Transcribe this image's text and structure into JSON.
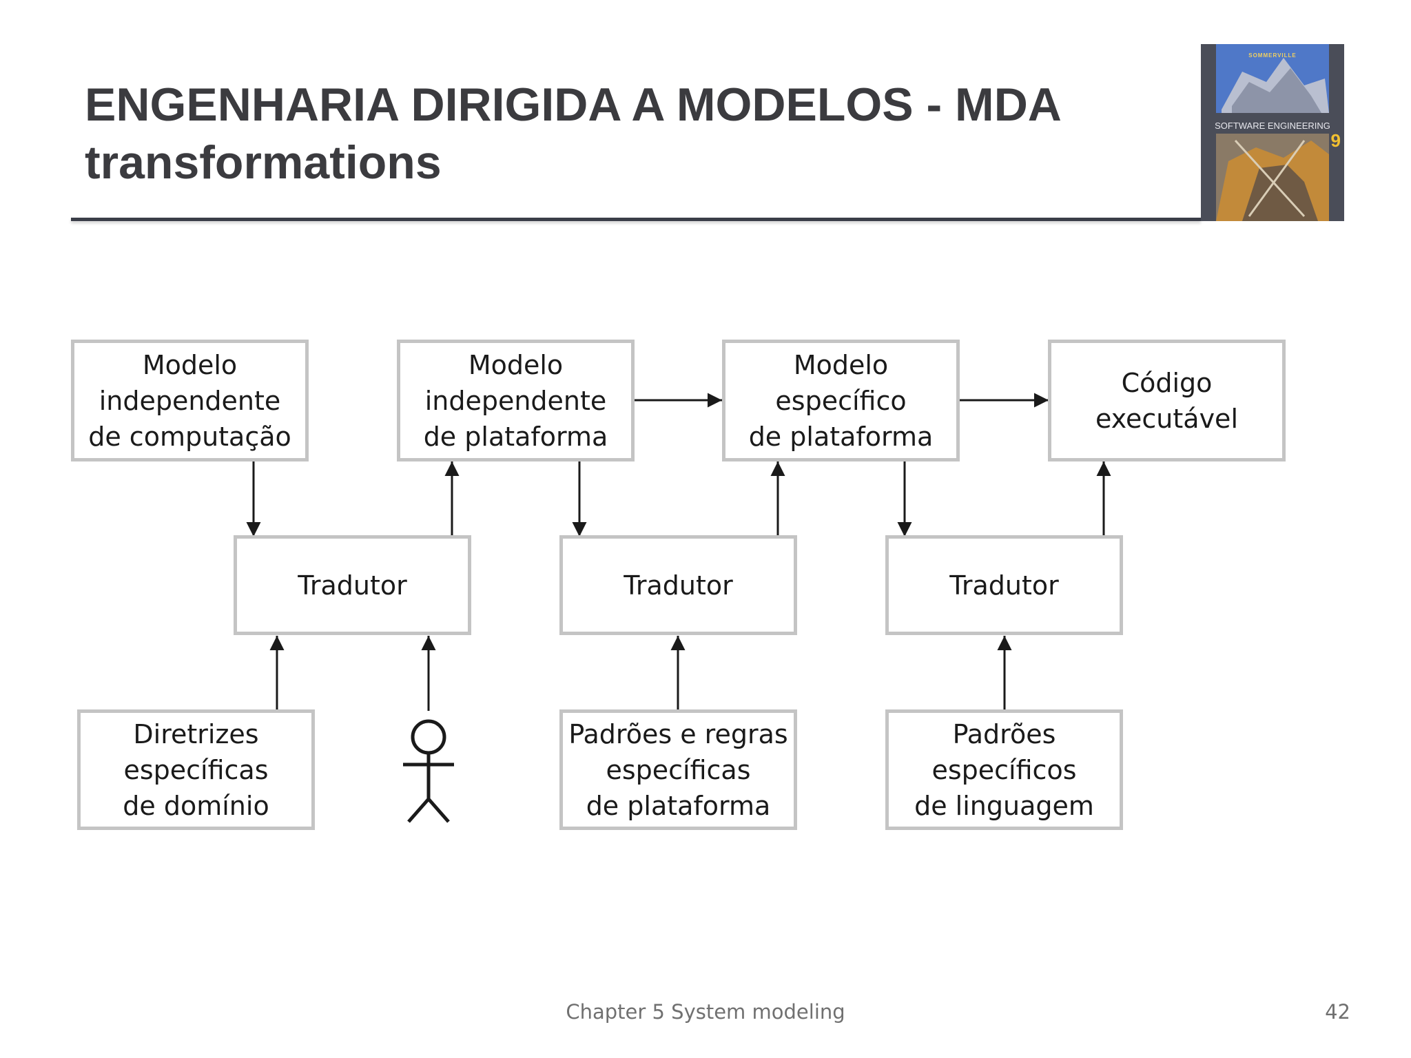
{
  "slide": {
    "title_line1": "ENGENHARIA DIRIGIDA A MODELOS - MDA",
    "title_line2": "transformations",
    "footer": "Chapter 5 System modeling",
    "page_number": "42"
  },
  "book_cover": {
    "author": "SOMMERVILLE",
    "title": "SOFTWARE ENGINEERING",
    "edition": "9"
  },
  "diagram": {
    "models": {
      "cim": "Modelo\nindependente\nde computação",
      "pim": "Modelo\nindependente\nde plataforma",
      "psm": "Modelo\nespecífico\nde plataforma",
      "code": "Código\nexecutável"
    },
    "translators": {
      "t1": "Tradutor",
      "t2": "Tradutor",
      "t3": "Tradutor"
    },
    "inputs": {
      "domain_guidelines": "Diretrizes\nespecíficas\nde domínio",
      "platform_patterns": "Padrões e regras\nespecíficas\nde plataforma",
      "language_patterns": "Padrões\nespecíficos\nde linguagem"
    }
  }
}
